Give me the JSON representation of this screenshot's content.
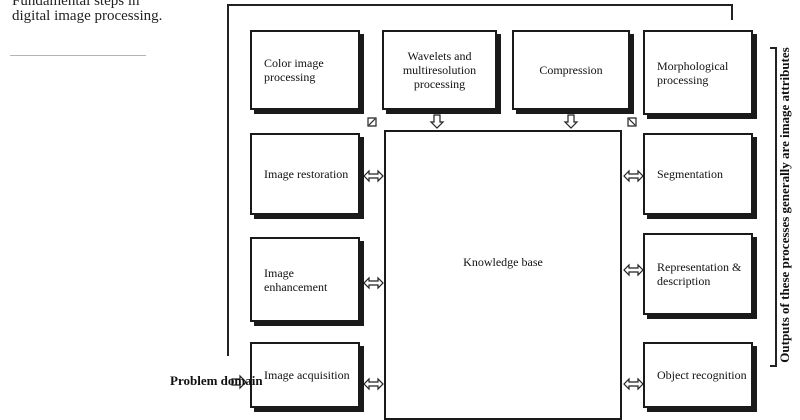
{
  "caption": "Fundamental steps in digital image processing.",
  "problem_domain": "Problem domain",
  "knowledge_base": "Knowledge base",
  "side_label": "Outputs of these processes generally are image attributes",
  "top_boxes": [
    "Color image processing",
    "Wavelets and multiresolution processing",
    "Compression",
    "Morphological processing"
  ],
  "left_boxes": [
    "Image restoration",
    "Image enhancement",
    "Image acquisition"
  ],
  "right_boxes": [
    "Segmentation",
    "Representation & description",
    "Object recognition"
  ]
}
